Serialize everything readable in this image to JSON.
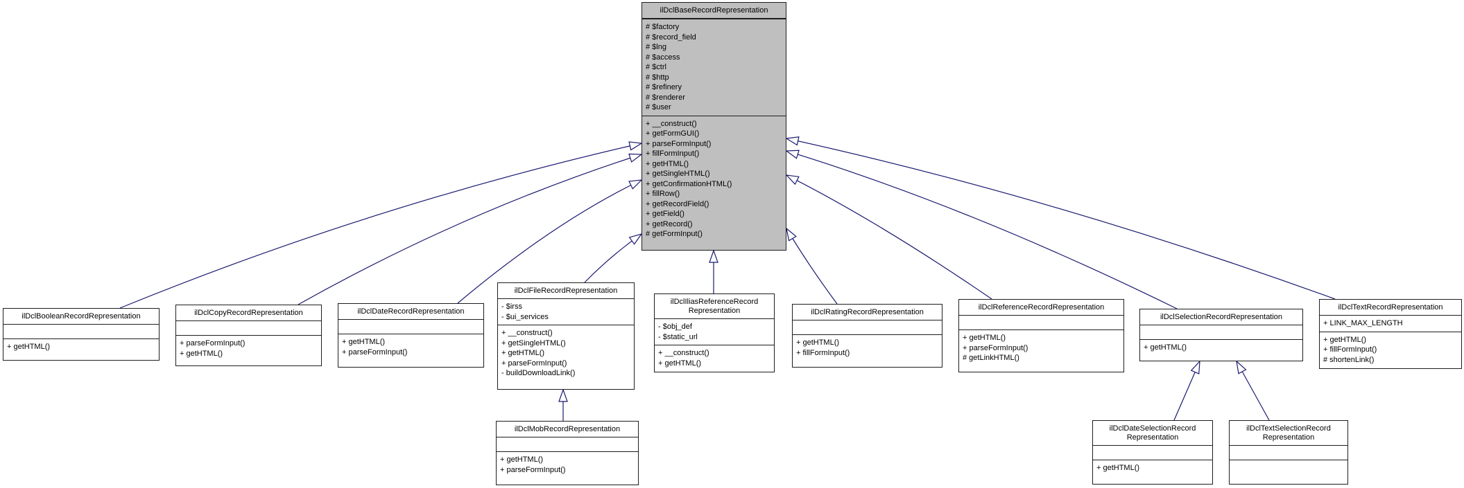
{
  "diagram": {
    "title": "ilDclBaseRecordRepresentation inheritance diagram",
    "colors": {
      "edge": "#191970",
      "base_class_fill": "#bfbfbf",
      "class_fill": "#ffffff",
      "class_border": "#1c1c1c"
    },
    "classes": [
      {
        "name": "ilDclBaseRecordRepresentation",
        "title_lines": [
          "ilDclBaseRecordRepresentation"
        ],
        "attributes": [
          "# $factory",
          "# $record_field",
          "# $lng",
          "# $access",
          "# $ctrl",
          "# $http",
          "# $refinery",
          "# $renderer",
          "# $user"
        ],
        "methods": [
          "+ __construct()",
          "+ getFormGUI()",
          "+ parseFormInput()",
          "+ fillFormInput()",
          "+ getHTML()",
          "+ getSingleHTML()",
          "+ getConfirmationHTML()",
          "+ fillRow()",
          "+ getRecordField()",
          "+ getField()",
          "+ getRecord()",
          "# getFormInput()"
        ]
      },
      {
        "name": "ilDclBooleanRecordRepresentation",
        "title_lines": [
          "ilDclBooleanRecordRepresentation"
        ],
        "attributes": [],
        "methods": [
          "+ getHTML()"
        ]
      },
      {
        "name": "ilDclCopyRecordRepresentation",
        "title_lines": [
          "ilDclCopyRecordRepresentation"
        ],
        "attributes": [],
        "methods": [
          "+ parseFormInput()",
          "+ getHTML()"
        ]
      },
      {
        "name": "ilDclDateRecordRepresentation",
        "title_lines": [
          "ilDclDateRecordRepresentation"
        ],
        "attributes": [],
        "methods": [
          "+ getHTML()",
          "+ parseFormInput()"
        ]
      },
      {
        "name": "ilDclFileRecordRepresentation",
        "title_lines": [
          "ilDclFileRecordRepresentation"
        ],
        "attributes": [
          "- $irss",
          "- $ui_services"
        ],
        "methods": [
          "+ __construct()",
          "+ getSingleHTML()",
          "+ getHTML()",
          "+ parseFormInput()",
          "- buildDownloadLink()"
        ]
      },
      {
        "name": "ilDclIliasReferenceRecordRepresentation",
        "title_lines": [
          "ilDclIliasReferenceRecord",
          "Representation"
        ],
        "attributes": [
          "- $obj_def",
          "- $static_url"
        ],
        "methods": [
          "+ __construct()",
          "+ getHTML()"
        ]
      },
      {
        "name": "ilDclRatingRecordRepresentation",
        "title_lines": [
          "ilDclRatingRecordRepresentation"
        ],
        "attributes": [],
        "methods": [
          "+ getHTML()",
          "+ fillFormInput()"
        ]
      },
      {
        "name": "ilDclReferenceRecordRepresentation",
        "title_lines": [
          "ilDclReferenceRecordRepresentation"
        ],
        "attributes": [],
        "methods": [
          "+ getHTML()",
          "+ parseFormInput()",
          "# getLinkHTML()"
        ]
      },
      {
        "name": "ilDclSelectionRecordRepresentation",
        "title_lines": [
          "ilDclSelectionRecordRepresentation"
        ],
        "attributes": [],
        "methods": [
          "+ getHTML()"
        ]
      },
      {
        "name": "ilDclTextRecordRepresentation",
        "title_lines": [
          "ilDclTextRecordRepresentation"
        ],
        "attributes": [
          "+ LINK_MAX_LENGTH"
        ],
        "methods": [
          "+ getHTML()",
          "+ fillFormInput()",
          "# shortenLink()"
        ]
      },
      {
        "name": "ilDclMobRecordRepresentation",
        "title_lines": [
          "ilDclMobRecordRepresentation"
        ],
        "attributes": [],
        "methods": [
          "+ getHTML()",
          "+ parseFormInput()"
        ]
      },
      {
        "name": "ilDclDateSelectionRecordRepresentation",
        "title_lines": [
          "ilDclDateSelectionRecord",
          "Representation"
        ],
        "attributes": [],
        "methods": [
          "+ getHTML()"
        ]
      },
      {
        "name": "ilDclTextSelectionRecordRepresentation",
        "title_lines": [
          "ilDclTextSelectionRecord",
          "Representation"
        ],
        "attributes": [],
        "methods": []
      }
    ],
    "relations": [
      {
        "child": "ilDclBooleanRecordRepresentation",
        "parent": "ilDclBaseRecordRepresentation",
        "type": "inheritance"
      },
      {
        "child": "ilDclCopyRecordRepresentation",
        "parent": "ilDclBaseRecordRepresentation",
        "type": "inheritance"
      },
      {
        "child": "ilDclDateRecordRepresentation",
        "parent": "ilDclBaseRecordRepresentation",
        "type": "inheritance"
      },
      {
        "child": "ilDclFileRecordRepresentation",
        "parent": "ilDclBaseRecordRepresentation",
        "type": "inheritance"
      },
      {
        "child": "ilDclIliasReferenceRecordRepresentation",
        "parent": "ilDclBaseRecordRepresentation",
        "type": "inheritance"
      },
      {
        "child": "ilDclRatingRecordRepresentation",
        "parent": "ilDclBaseRecordRepresentation",
        "type": "inheritance"
      },
      {
        "child": "ilDclReferenceRecordRepresentation",
        "parent": "ilDclBaseRecordRepresentation",
        "type": "inheritance"
      },
      {
        "child": "ilDclSelectionRecordRepresentation",
        "parent": "ilDclBaseRecordRepresentation",
        "type": "inheritance"
      },
      {
        "child": "ilDclTextRecordRepresentation",
        "parent": "ilDclBaseRecordRepresentation",
        "type": "inheritance"
      },
      {
        "child": "ilDclMobRecordRepresentation",
        "parent": "ilDclFileRecordRepresentation",
        "type": "inheritance"
      },
      {
        "child": "ilDclDateSelectionRecordRepresentation",
        "parent": "ilDclSelectionRecordRepresentation",
        "type": "inheritance"
      },
      {
        "child": "ilDclTextSelectionRecordRepresentation",
        "parent": "ilDclSelectionRecordRepresentation",
        "type": "inheritance"
      }
    ]
  }
}
